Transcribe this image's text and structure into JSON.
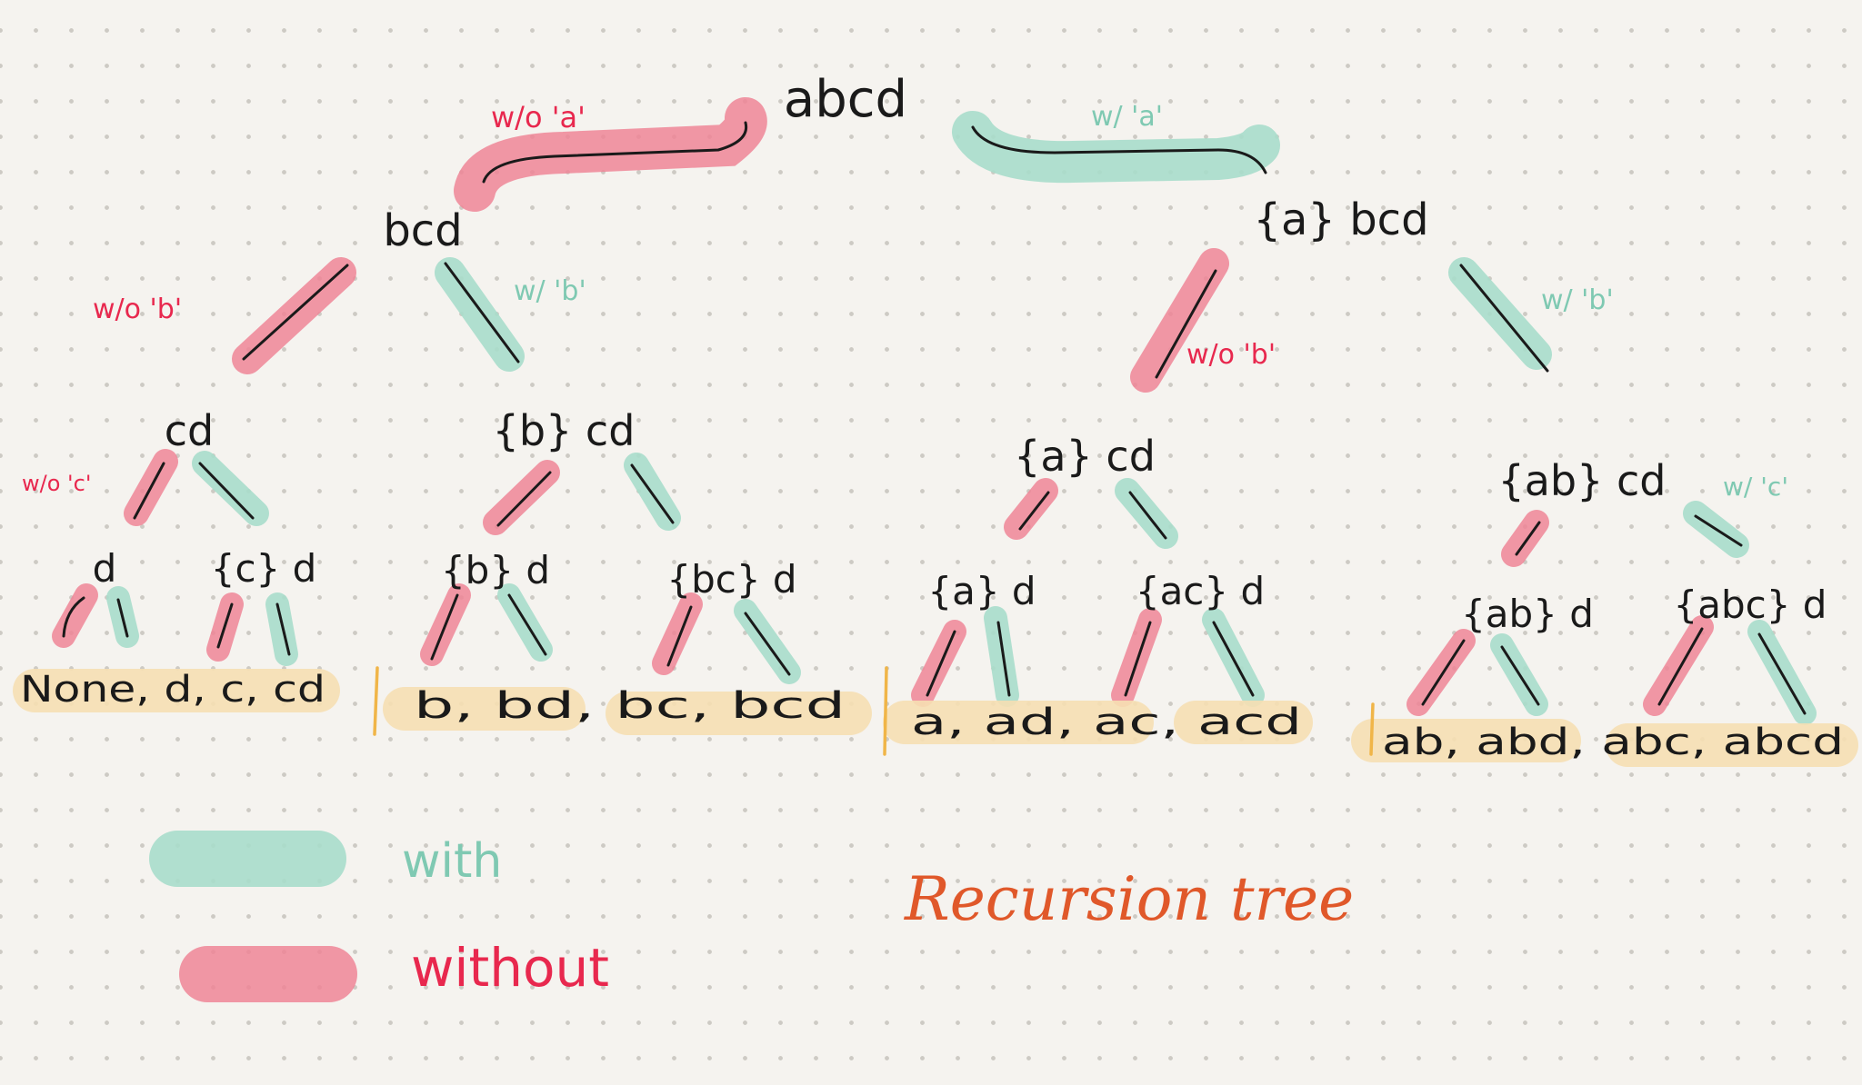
{
  "colors": {
    "with": "#a9ddcb",
    "without": "#ef8597",
    "leaf_highlight": "#f6dfb2",
    "separator": "#f0b548",
    "title": "#e0582a",
    "ink": "#1a1a1a"
  },
  "title": "Recursion tree",
  "legend": {
    "with_label": "with",
    "without_label": "without"
  },
  "tree": {
    "root": "abcd",
    "level1": {
      "left": "bcd",
      "right": "{a} bcd"
    },
    "level2": {
      "n1": "cd",
      "n2": "{b} cd",
      "n3": "{a} cd",
      "n4": "{ab} cd"
    },
    "level3": {
      "n1": "d",
      "n2": "{c} d",
      "n3": "{b} d",
      "n4": "{bc} d",
      "n5": "{a} d",
      "n6": "{ac} d",
      "n7": "{ab} d",
      "n8": "{abc} d"
    }
  },
  "edge_labels": {
    "wo_a": "w/o 'a'",
    "w_a": "w/ 'a'",
    "wo_b_left": "w/o 'b'",
    "w_b_left": "w/ 'b'",
    "wo_b_right": "w/o 'b'",
    "w_b_right": "w/ 'b'",
    "wo_c": "w/o 'c'",
    "w_c": "w/ 'c'"
  },
  "leaves": {
    "g1": "None, d, c, cd",
    "g2": "b, bd, bc, bcd",
    "g3": "a, ad, ac, acd",
    "g4": "ab, abd, abc, abcd"
  }
}
